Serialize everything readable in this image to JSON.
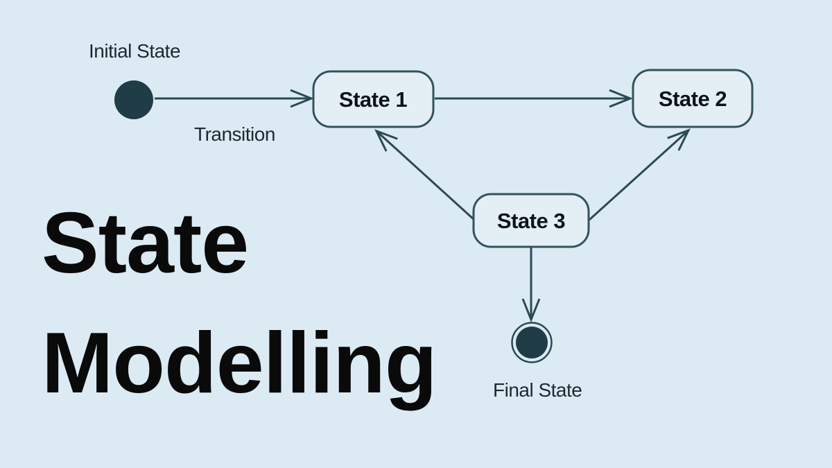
{
  "title": {
    "line1": "State",
    "line2": "Modelling"
  },
  "diagram": {
    "labels": {
      "initial": "Initial State",
      "transition": "Transition",
      "final": "Final State"
    },
    "nodes": [
      {
        "id": "initial",
        "type": "initial-state",
        "label": "Initial State"
      },
      {
        "id": "state1",
        "type": "state",
        "label": "State 1"
      },
      {
        "id": "state2",
        "type": "state",
        "label": "State 2"
      },
      {
        "id": "state3",
        "type": "state",
        "label": "State 3"
      },
      {
        "id": "final",
        "type": "final-state",
        "label": "Final State"
      }
    ],
    "edges": [
      {
        "from": "initial",
        "to": "state1",
        "label": "Transition"
      },
      {
        "from": "state1",
        "to": "state2",
        "label": ""
      },
      {
        "from": "state3",
        "to": "state1",
        "label": ""
      },
      {
        "from": "state3",
        "to": "state2",
        "label": ""
      },
      {
        "from": "state3",
        "to": "final",
        "label": ""
      }
    ]
  },
  "colors": {
    "background": "#dcebf3",
    "node_fill": "#1f3c47",
    "stroke": "#2b4953",
    "state_border": "#34525d",
    "state_fill": "#e3eef5",
    "label_text": "#1b2931",
    "state_text": "#0e1316",
    "title_text": "#0a0a0b"
  }
}
